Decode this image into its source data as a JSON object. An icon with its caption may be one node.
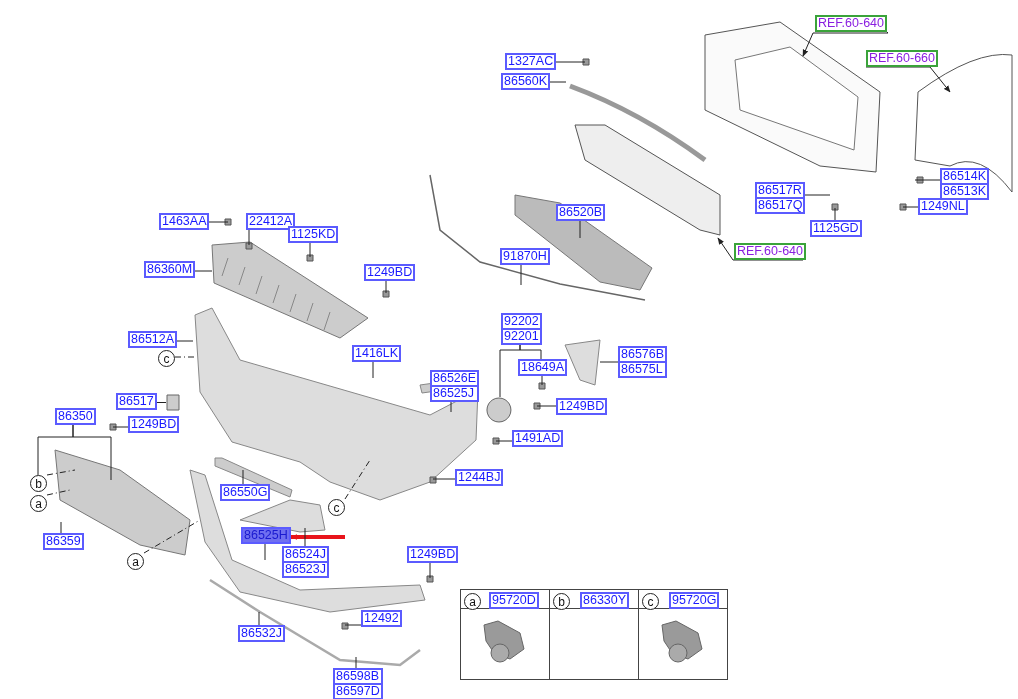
{
  "diagram": {
    "nodes": [
      {
        "text": [
          "1327AC"
        ]
      },
      {
        "text": [
          "86560K"
        ]
      },
      {
        "text": [
          "REF.60-640"
        ]
      },
      {
        "text": [
          "REF.60-660"
        ]
      },
      {
        "text": [
          "86517R",
          "86517Q"
        ]
      },
      {
        "text": [
          "86514K",
          "86513K"
        ]
      },
      {
        "text": [
          "1249NL"
        ]
      },
      {
        "text": [
          "1125GD"
        ]
      },
      {
        "text": [
          "86520B"
        ]
      },
      {
        "text": [
          "REF.60-640"
        ]
      },
      {
        "text": [
          "91870H"
        ]
      },
      {
        "text": [
          "1463AA"
        ]
      },
      {
        "text": [
          "22412A"
        ]
      },
      {
        "text": [
          "1125KD"
        ]
      },
      {
        "text": [
          "86360M"
        ]
      },
      {
        "text": [
          "1249BD"
        ]
      },
      {
        "text": [
          "86512A"
        ]
      },
      {
        "text": [
          "1416LK"
        ]
      },
      {
        "text": [
          "92202",
          "92201"
        ]
      },
      {
        "text": [
          "18649A"
        ]
      },
      {
        "text": [
          "86576B",
          "86575L"
        ]
      },
      {
        "text": [
          "86526E",
          "86525J"
        ]
      },
      {
        "text": [
          "1249BD"
        ]
      },
      {
        "text": [
          "86517"
        ]
      },
      {
        "text": [
          "1491AD"
        ]
      },
      {
        "text": [
          "86350"
        ]
      },
      {
        "text": [
          "1249BD"
        ]
      },
      {
        "text": [
          "86550G"
        ]
      },
      {
        "text": [
          "1244BJ"
        ]
      },
      {
        "text": [
          "86359"
        ]
      },
      {
        "text": [
          "86525H"
        ]
      },
      {
        "text": [
          "86524J",
          "86523J"
        ]
      },
      {
        "text": [
          "1249BD"
        ]
      },
      {
        "text": [
          "86532J"
        ]
      },
      {
        "text": [
          "12492"
        ]
      },
      {
        "text": [
          "86598B",
          "86597D"
        ]
      },
      {
        "text": [
          "c"
        ]
      },
      {
        "text": [
          "b"
        ]
      },
      {
        "text": [
          "a"
        ]
      },
      {
        "text": [
          "a"
        ]
      },
      {
        "text": [
          "c"
        ]
      },
      {
        "text": [],
        "shape": "circle"
      },
      {
        "text": [],
        "shape": "box"
      },
      {
        "text": [
          "a"
        ]
      },
      {
        "text": [
          "95720D"
        ]
      },
      {
        "text": [
          "b"
        ]
      },
      {
        "text": [
          "86330Y"
        ]
      },
      {
        "text": [
          "c"
        ]
      },
      {
        "text": [
          "95720G"
        ]
      }
    ],
    "edges": [
      {
        "from": 0,
        "to": null,
        "arrow": "none"
      },
      {
        "from": 1,
        "to": null,
        "arrow": "none"
      },
      {
        "from": 2,
        "to": null,
        "arrow": "to"
      },
      {
        "from": 3,
        "to": null,
        "arrow": "to"
      },
      {
        "from": 4,
        "to": null,
        "arrow": "none"
      },
      {
        "from": 5,
        "to": null,
        "arrow": "none"
      },
      {
        "from": 6,
        "to": null,
        "arrow": "none"
      },
      {
        "from": 7,
        "to": null,
        "arrow": "none"
      },
      {
        "from": 8,
        "to": null,
        "arrow": "none"
      },
      {
        "from": 9,
        "to": null,
        "arrow": "to"
      },
      {
        "from": 10,
        "to": null,
        "arrow": "none"
      },
      {
        "from": 11,
        "to": null,
        "arrow": "none"
      },
      {
        "from": 12,
        "to": null,
        "arrow": "none"
      },
      {
        "from": 13,
        "to": null,
        "arrow": "none"
      },
      {
        "from": 14,
        "to": null,
        "arrow": "none"
      },
      {
        "from": 15,
        "to": null,
        "arrow": "none"
      },
      {
        "from": 16,
        "to": null,
        "arrow": "none"
      },
      {
        "from": 17,
        "to": null,
        "arrow": "none"
      },
      {
        "from": 18,
        "to": 41,
        "arrow": "none"
      },
      {
        "from": 18,
        "to": 19,
        "arrow": "none"
      },
      {
        "from": 19,
        "to": null,
        "arrow": "none"
      },
      {
        "from": 20,
        "to": null,
        "arrow": "none"
      },
      {
        "from": 21,
        "to": null,
        "arrow": "none"
      },
      {
        "from": 22,
        "to": null,
        "arrow": "none"
      },
      {
        "from": 23,
        "to": 42,
        "arrow": "none"
      },
      {
        "from": 24,
        "to": null,
        "arrow": "none"
      },
      {
        "from": 25,
        "to": 37,
        "arrow": "none"
      },
      {
        "from": 25,
        "to": null,
        "arrow": "none"
      },
      {
        "from": 26,
        "to": null,
        "arrow": "none"
      },
      {
        "from": 27,
        "to": null,
        "arrow": "none"
      },
      {
        "from": 28,
        "to": null,
        "arrow": "none"
      },
      {
        "from": 29,
        "to": null,
        "arrow": "none"
      },
      {
        "from": null,
        "to": 30,
        "arrow": "to",
        "style": "thick",
        "color": "#e8141b"
      },
      {
        "from": 30,
        "to": null,
        "arrow": "none"
      },
      {
        "from": 31,
        "to": null,
        "arrow": "none"
      },
      {
        "from": 32,
        "to": null,
        "arrow": "none"
      },
      {
        "from": 33,
        "to": null,
        "arrow": "none"
      },
      {
        "from": 34,
        "to": null,
        "arrow": "none"
      },
      {
        "from": 35,
        "to": null,
        "arrow": "none"
      },
      {
        "from": 36,
        "to": null,
        "arrow": "none",
        "style": "dashed"
      },
      {
        "from": 37,
        "to": null,
        "arrow": "none",
        "style": "dashed"
      },
      {
        "from": 38,
        "to": null,
        "arrow": "none",
        "style": "dashed"
      },
      {
        "from": 39,
        "to": null,
        "arrow": "none",
        "style": "dashed"
      },
      {
        "from": 40,
        "to": null,
        "arrow": "none",
        "style": "dashed"
      }
    ]
  }
}
